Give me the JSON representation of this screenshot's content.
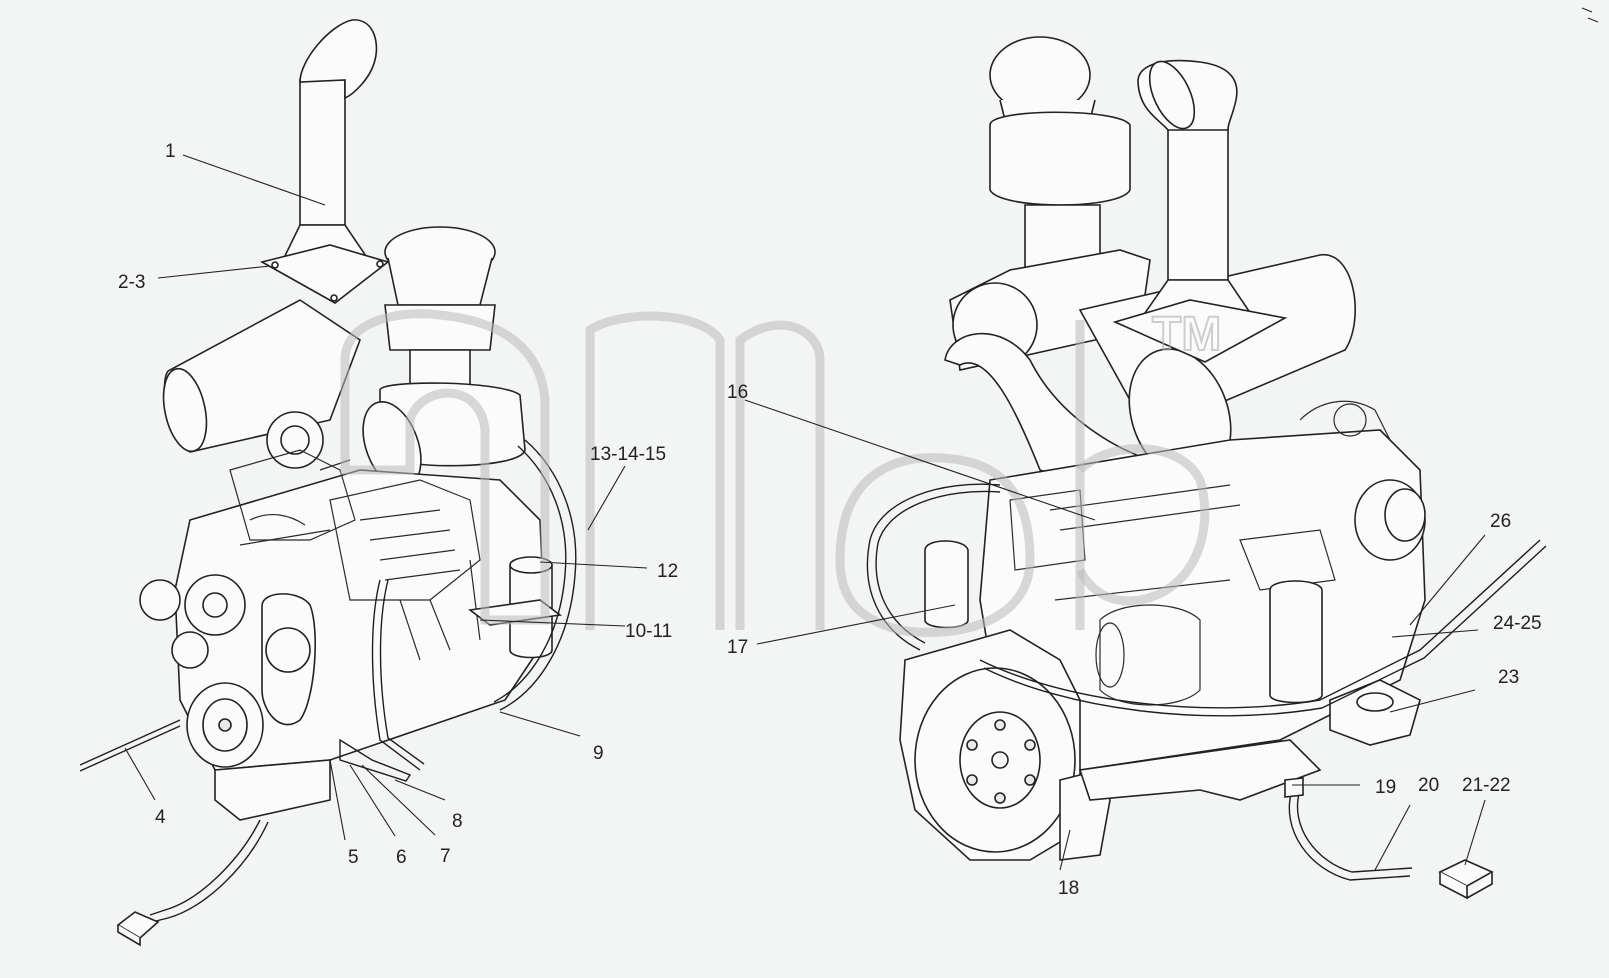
{
  "diagram": {
    "callouts": [
      {
        "id": "c1",
        "text": "1"
      },
      {
        "id": "c2",
        "text": "2-3"
      },
      {
        "id": "c3",
        "text": "4"
      },
      {
        "id": "c4",
        "text": "5"
      },
      {
        "id": "c5",
        "text": "6"
      },
      {
        "id": "c6",
        "text": "7"
      },
      {
        "id": "c7",
        "text": "8"
      },
      {
        "id": "c8",
        "text": "9"
      },
      {
        "id": "c9",
        "text": "10-11"
      },
      {
        "id": "c10",
        "text": "12"
      },
      {
        "id": "c11",
        "text": "13-14-15"
      },
      {
        "id": "c12",
        "text": "16"
      },
      {
        "id": "c13",
        "text": "17"
      },
      {
        "id": "c14",
        "text": "18"
      },
      {
        "id": "c15",
        "text": "19"
      },
      {
        "id": "c16",
        "text": "20"
      },
      {
        "id": "c17",
        "text": "21-22"
      },
      {
        "id": "c18",
        "text": "23"
      },
      {
        "id": "c19",
        "text": "24-25"
      },
      {
        "id": "c20",
        "text": "26"
      }
    ],
    "watermark": "TM"
  }
}
